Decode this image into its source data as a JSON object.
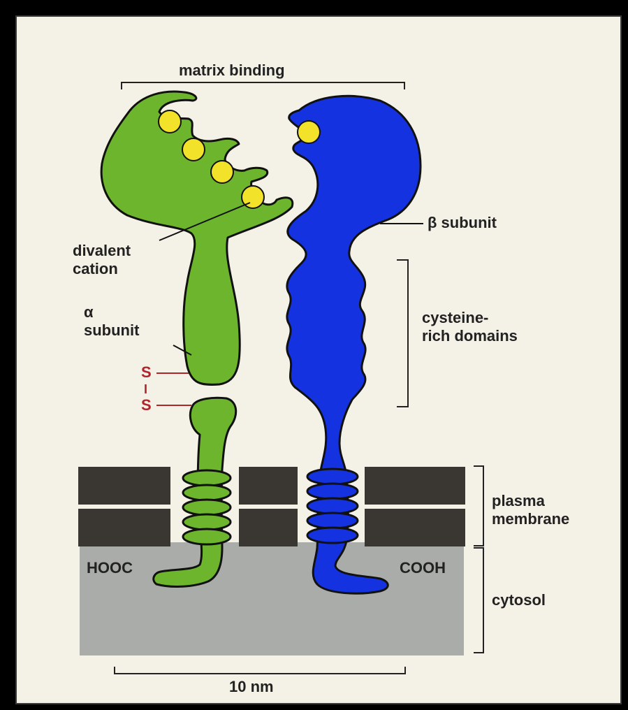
{
  "labels": {
    "matrix_binding": "matrix binding",
    "beta_subunit": "β subunit",
    "divalent_cation_line1": "divalent",
    "divalent_cation_line2": "cation",
    "alpha_symbol": "α",
    "alpha_word": "subunit",
    "cysteine_line1": "cysteine-",
    "cysteine_line2": "rich domains",
    "disulfide_s1": "S",
    "disulfide_bar": "I",
    "disulfide_s2": "S",
    "plasma_line1": "plasma",
    "plasma_line2": "membrane",
    "hooc": "HOOC",
    "cooh": "COOH",
    "cytosol": "cytosol",
    "scale": "10 nm"
  },
  "colors": {
    "alpha_subunit": "#6cb52d",
    "beta_subunit": "#1432e0",
    "cation": "#f2e22a",
    "membrane": "#3a3632",
    "cytosol": "#a9aca8",
    "disulfide": "#b0242c",
    "background": "#f4f1e6"
  }
}
